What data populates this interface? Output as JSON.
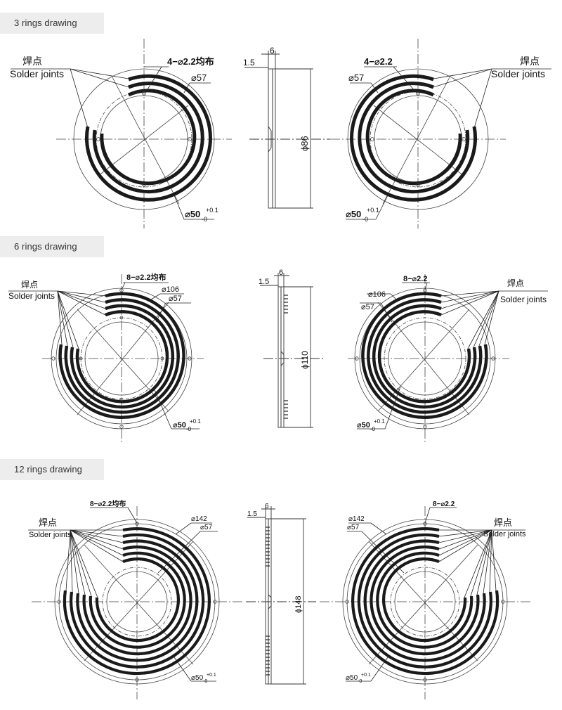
{
  "colors": {
    "tab_bg": "#ededed",
    "ink": "#111111",
    "ring": "#1a1a1a",
    "line": "#444444"
  },
  "sections": [
    {
      "tab": "3 rings drawing",
      "front": {
        "holes": "4−⌀2.2均布",
        "od": "⌀57",
        "id": "⌀50",
        "tol_up": "+0.1",
        "tol_dn": "-0",
        "zh": "焊点",
        "en": "Solder joints"
      },
      "side": {
        "t1": "1.5",
        "t2": "6",
        "dia": "ϕ86"
      },
      "back": {
        "holes": "4−⌀2.2",
        "od": "⌀57",
        "id": "⌀50",
        "tol_up": "+0.1",
        "tol_dn": "-0",
        "zh": "焊点",
        "en": "Solder joints"
      }
    },
    {
      "tab": "6 rings drawing",
      "front": {
        "holes": "8−⌀2.2均布",
        "od2": "⌀106",
        "od": "⌀57",
        "id": "⌀50",
        "tol_up": "+0.1",
        "tol_dn": "-0",
        "zh": "焊点",
        "en": "Solder joints"
      },
      "side": {
        "t1": "1.5",
        "t2": "6",
        "dia": "ϕ110"
      },
      "back": {
        "holes": "8−⌀2.2",
        "od2": "⌀106",
        "od": "⌀57",
        "id": "⌀50",
        "tol_up": "+0.1",
        "tol_dn": "-0",
        "zh": "焊点",
        "en": "Solder joints"
      }
    },
    {
      "tab": "12 rings drawing",
      "front": {
        "holes": "8−⌀2.2均布",
        "od2": "⌀142",
        "od": "⌀57",
        "id": "⌀50",
        "tol_up": "+0.1",
        "tol_dn": "-0",
        "zh": "焊点",
        "en": "Solder joints"
      },
      "side": {
        "t1": "1.5",
        "t2": "6",
        "dia": "ϕ148"
      },
      "back": {
        "holes": "8−⌀2.2",
        "od2": "⌀142",
        "od": "⌀57",
        "id": "⌀50",
        "tol_up": "+0.1",
        "tol_dn": "-0",
        "zh": "焊点",
        "en": "Solder joints"
      }
    }
  ]
}
